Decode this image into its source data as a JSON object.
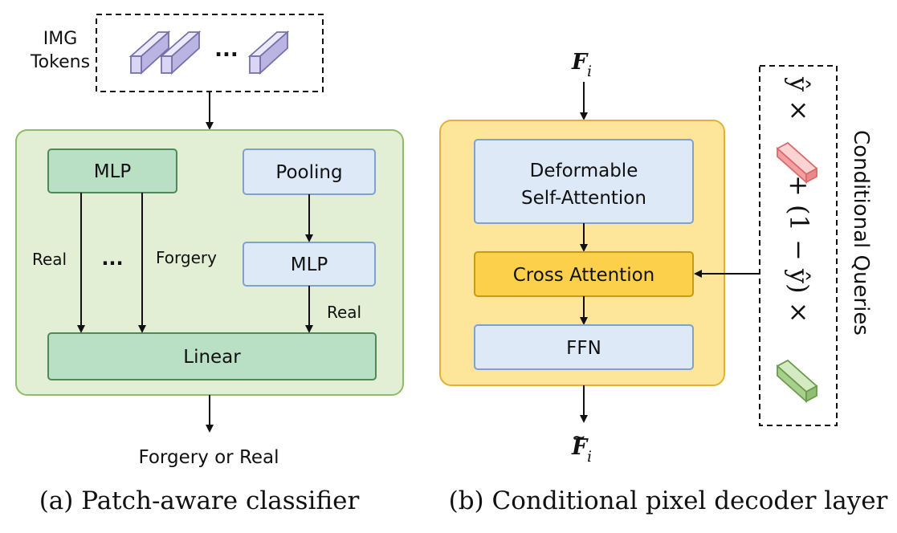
{
  "panel_a": {
    "img_tokens_line1": "IMG",
    "img_tokens_line2": "Tokens",
    "token_ellipsis": "...",
    "mlp_left": "MLP",
    "pooling": "Pooling",
    "mlp_right": "MLP",
    "linear": "Linear",
    "label_real_left": "Real",
    "branch_ellipsis": "...",
    "label_forgery": "Forgery",
    "label_real_right": "Real",
    "output": "Forgery or Real",
    "caption": "(a) Patch-aware classifier"
  },
  "panel_b": {
    "input": "F",
    "input_sub": "i",
    "deform_line1": "Deformable",
    "deform_line2": "Self-Attention",
    "cross_attention": "Cross Attention",
    "ffn": "FFN",
    "output": "F",
    "output_sub": "i",
    "output_tilde": "~",
    "query_term1": "ŷ ×",
    "query_term2": "+ (1 − ŷ) ×",
    "side_label": "Conditional Queries",
    "caption": "(b) Conditional pixel decoder layer"
  },
  "colors": {
    "green_panel_fill": "#e3efd5",
    "green_panel_stroke": "#8fbc6a",
    "green_box_fill": "#b9e0c5",
    "green_box_stroke": "#4e8a55",
    "blue_box_fill": "#dde9f6",
    "blue_box_stroke": "#7ea1cf",
    "yellow_panel_fill": "#fde59a",
    "yellow_panel_stroke": "#e2b236",
    "cross_fill": "#fdd04b",
    "cross_stroke": "#c99a12",
    "token_fill": "#d9d6f3",
    "token_stroke": "#7570a8",
    "red_token": "#f2a0a0",
    "green_token": "#a8d08d"
  }
}
